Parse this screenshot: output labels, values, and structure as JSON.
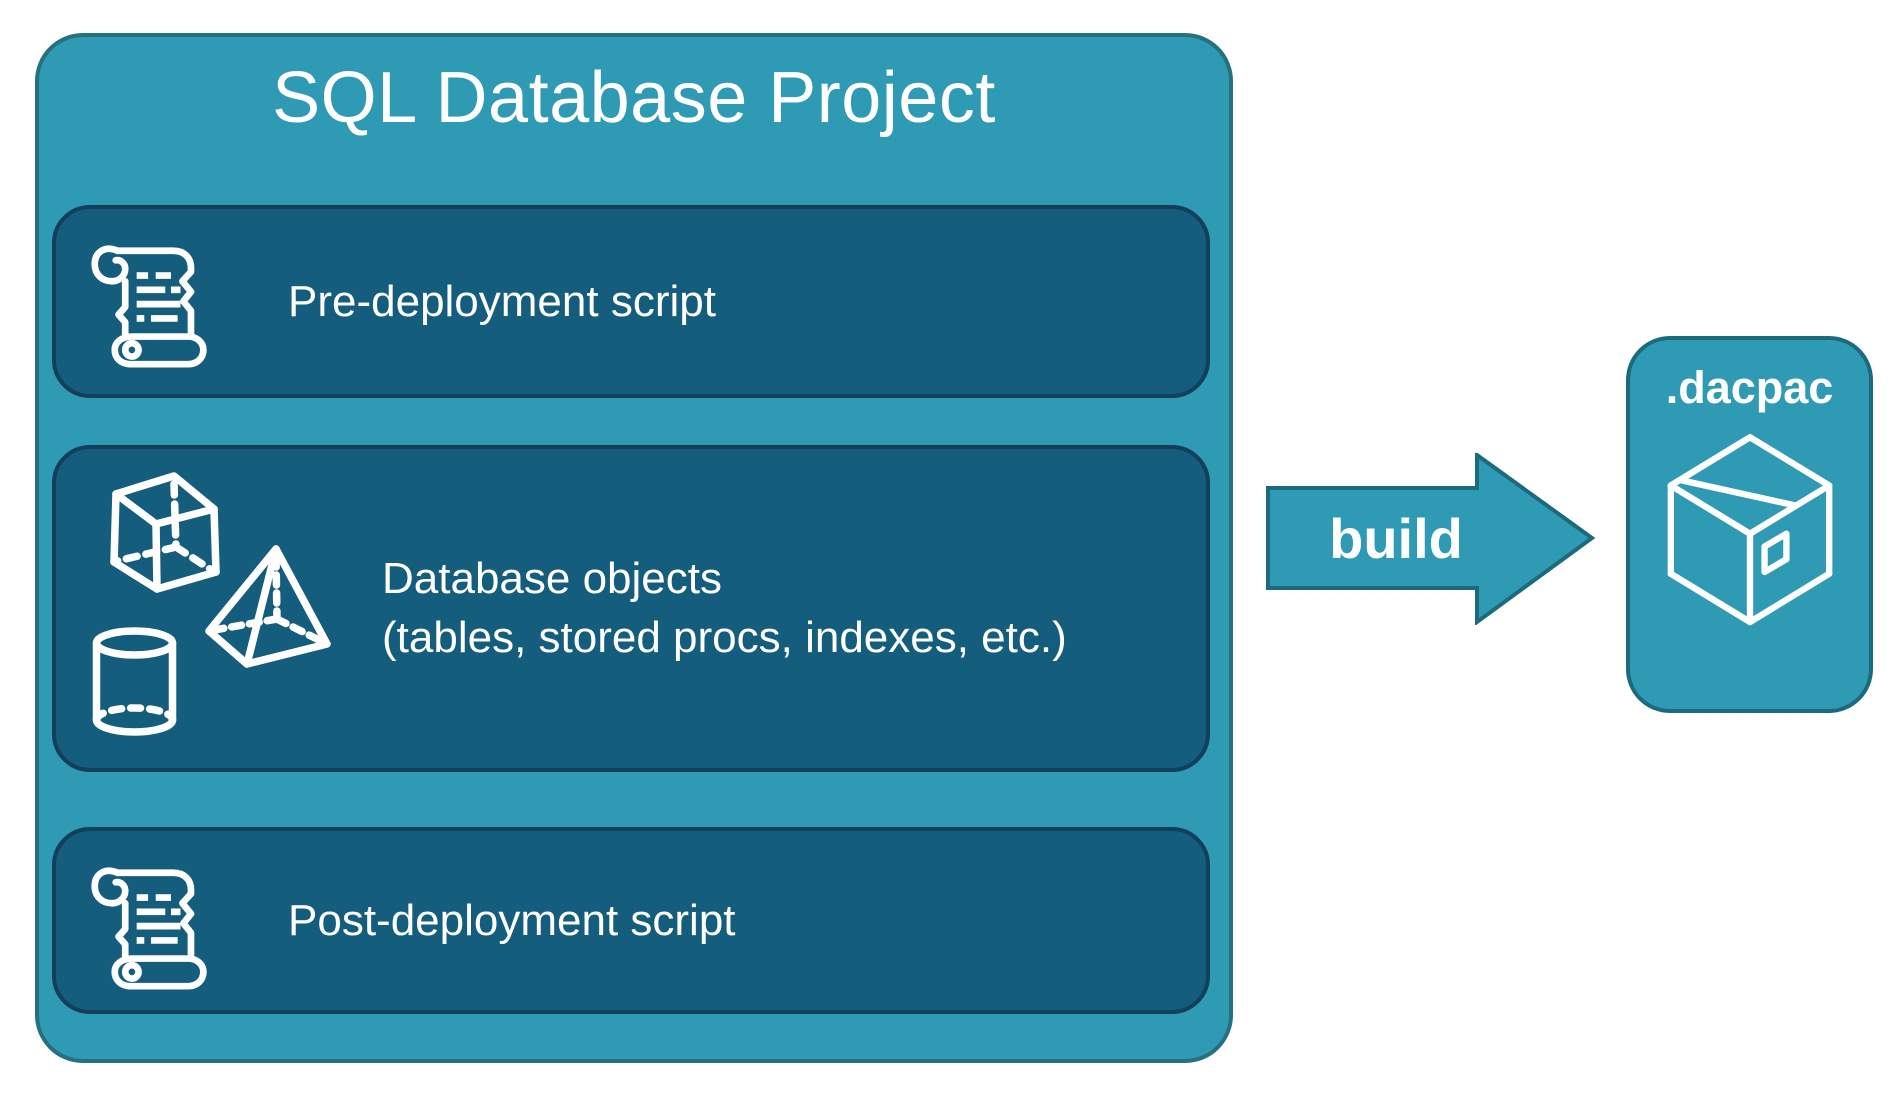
{
  "diagram": {
    "title": "SQL Database Project",
    "items": [
      {
        "label": "Pre-deployment script",
        "icon": "scroll-icon"
      },
      {
        "label_line1": "Database objects",
        "label_line2": "(tables, stored procs, indexes, etc.)",
        "icons": [
          "cube-icon",
          "pyramid-icon",
          "cylinder-icon"
        ]
      },
      {
        "label": "Post-deployment script",
        "icon": "scroll-icon"
      }
    ],
    "arrow": {
      "label": "build",
      "direction": "right"
    },
    "output": {
      "label": ".dacpac",
      "icon": "package-icon"
    }
  },
  "colors": {
    "teal_fill": "#2E9AB4",
    "teal_border": "#26707F",
    "dark_panel_fill": "#155D7D",
    "dark_panel_border": "#123F5A",
    "arrow_border": "#1C6A7E",
    "text": "#FFFFFF",
    "background": "#FFFFFF"
  }
}
